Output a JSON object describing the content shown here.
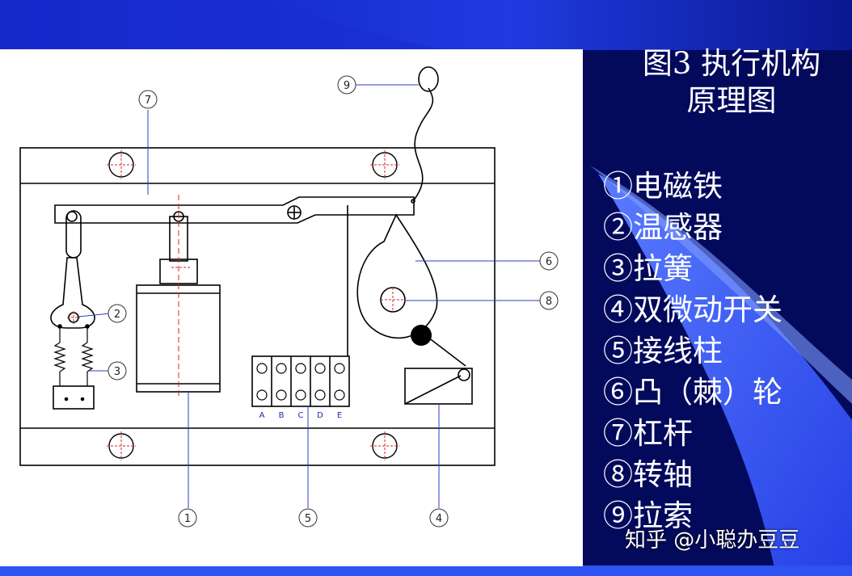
{
  "slide": {
    "title_line1": "图3  执行机构",
    "title_line2": "原理图",
    "watermark": "知乎 @小聪办豆豆",
    "colors": {
      "background_dark": "#030a5c",
      "background_bright": "#2f52f2",
      "panel": "#ffffff",
      "leader_line": "#2b3fbf",
      "center_line": "#d92020",
      "drawing": "#000000"
    }
  },
  "diagram": {
    "callouts": [
      "1",
      "2",
      "3",
      "4",
      "5",
      "6",
      "7",
      "8",
      "9"
    ],
    "terminal_labels": [
      "A",
      "B",
      "C",
      "D",
      "E"
    ]
  },
  "legend": [
    "①电磁铁",
    "②温感器",
    "③拉簧",
    "④双微动开关",
    "⑤接线柱",
    "⑥凸（棘）轮",
    "⑦杠杆",
    "⑧转轴",
    "⑨拉索"
  ]
}
